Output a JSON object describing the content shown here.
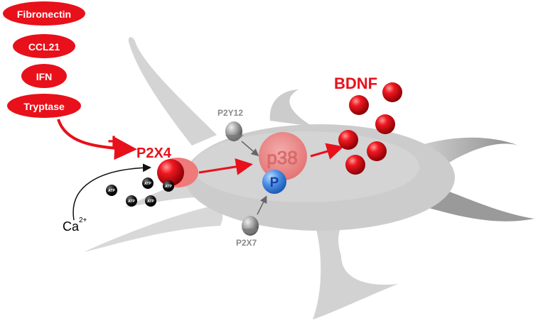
{
  "stimuli": [
    {
      "label": "Fibronectin"
    },
    {
      "label": "CCL21"
    },
    {
      "label": "IFN"
    },
    {
      "label": "Tryptase"
    }
  ],
  "plus_sign": "+",
  "receptors": {
    "p2x4": "P2X4",
    "p2y12": "P2Y12",
    "p2x7": "P2X7"
  },
  "kinase": {
    "label": "p38",
    "phospho_label": "P"
  },
  "product": "BDNF",
  "atp_label": "ATP",
  "calcium": {
    "base": "Ca",
    "superscript": "2+"
  },
  "colors": {
    "red": "#e8101a",
    "cell_gray": "#cfcfcf",
    "receptor_gray": "#8f8f8f",
    "phospho_blue": "#3f84e0",
    "label_gray": "#8a8a8a"
  }
}
